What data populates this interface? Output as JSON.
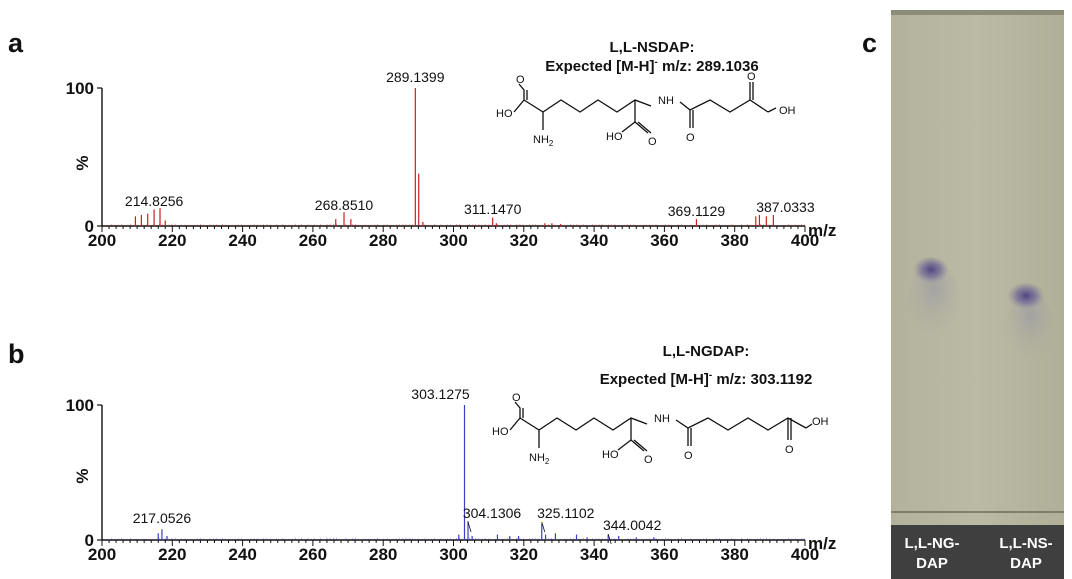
{
  "chart_data": [
    {
      "type": "bar",
      "panel": "a",
      "title_line1": "L,L-NSDAP:",
      "title_line2a": "Expected [M-H]",
      "title_sup": "-",
      "title_line2b": " m/z: 289.1036",
      "ylabel": "%",
      "xlabel": "m/z",
      "xlim": [
        200,
        400
      ],
      "ylim": [
        0,
        100
      ],
      "xticks": [
        "200",
        "220",
        "240",
        "260",
        "280",
        "300",
        "320",
        "340",
        "360",
        "380",
        "400"
      ],
      "yticks": [
        "0",
        "100"
      ],
      "color": "#cc1f1f",
      "labels": [
        {
          "x": 214.8256,
          "text": "214.8256"
        },
        {
          "x": 268.851,
          "text": "268.8510"
        },
        {
          "x": 289.1399,
          "text": "289.1399"
        },
        {
          "x": 311.147,
          "text": "311.1470"
        },
        {
          "x": 369.1129,
          "text": "369.1129"
        },
        {
          "x": 387.0333,
          "text": "387.0333"
        }
      ],
      "peaks": [
        {
          "x": 209.5,
          "y": 7
        },
        {
          "x": 211.2,
          "y": 8
        },
        {
          "x": 213.0,
          "y": 9
        },
        {
          "x": 214.8256,
          "y": 12
        },
        {
          "x": 216.5,
          "y": 13
        },
        {
          "x": 218.0,
          "y": 4
        },
        {
          "x": 266.5,
          "y": 5
        },
        {
          "x": 268.851,
          "y": 10
        },
        {
          "x": 270.8,
          "y": 5
        },
        {
          "x": 289.1399,
          "y": 100
        },
        {
          "x": 290.1,
          "y": 38
        },
        {
          "x": 291.3,
          "y": 3
        },
        {
          "x": 311.147,
          "y": 6
        },
        {
          "x": 312.2,
          "y": 2
        },
        {
          "x": 326.0,
          "y": 2
        },
        {
          "x": 328.0,
          "y": 2
        },
        {
          "x": 330.5,
          "y": 1.5
        },
        {
          "x": 369.1129,
          "y": 5
        },
        {
          "x": 386.0,
          "y": 7
        },
        {
          "x": 387.0333,
          "y": 8
        },
        {
          "x": 389.0,
          "y": 7
        },
        {
          "x": 391.0,
          "y": 8
        }
      ]
    },
    {
      "type": "bar",
      "panel": "b",
      "title_line1": "L,L-NGDAP:",
      "title_line2a": "Expected [M-H]",
      "title_sup": "-",
      "title_line2b": " m/z: 303.1192",
      "ylabel": "%",
      "xlabel": "m/z",
      "xlim": [
        200,
        400
      ],
      "ylim": [
        0,
        100
      ],
      "xticks": [
        "200",
        "220",
        "240",
        "260",
        "280",
        "300",
        "320",
        "340",
        "360",
        "380",
        "400"
      ],
      "yticks": [
        "0",
        "100"
      ],
      "color": "#3d3dc8",
      "labels": [
        {
          "x": 217.0526,
          "text": "217.0526"
        },
        {
          "x": 303.1275,
          "text": "303.1275"
        },
        {
          "x": 304.1306,
          "text": "304.1306"
        },
        {
          "x": 325.1102,
          "text": "325.1102"
        },
        {
          "x": 344.0042,
          "text": "344.0042"
        }
      ],
      "peaks": [
        {
          "x": 216.0,
          "y": 5
        },
        {
          "x": 217.0526,
          "y": 8
        },
        {
          "x": 218.5,
          "y": 3
        },
        {
          "x": 301.5,
          "y": 4
        },
        {
          "x": 303.1275,
          "y": 100
        },
        {
          "x": 304.1306,
          "y": 14
        },
        {
          "x": 305.3,
          "y": 3
        },
        {
          "x": 312.5,
          "y": 4
        },
        {
          "x": 316.0,
          "y": 3
        },
        {
          "x": 318.5,
          "y": 3
        },
        {
          "x": 325.1102,
          "y": 12
        },
        {
          "x": 326.2,
          "y": 4
        },
        {
          "x": 329.0,
          "y": 5
        },
        {
          "x": 335.0,
          "y": 4
        },
        {
          "x": 338.0,
          "y": 2
        },
        {
          "x": 344.0042,
          "y": 4
        },
        {
          "x": 347.0,
          "y": 3
        },
        {
          "x": 352.0,
          "y": 2
        },
        {
          "x": 357.0,
          "y": 2
        }
      ]
    }
  ],
  "structures": {
    "a": {
      "ho_left": "HO",
      "o_top": "O",
      "nh2_a": "NH",
      "nh2_b": "2",
      "ho_mid": "HO",
      "o_mid": "O",
      "nh": "NH",
      "o_amide": "O",
      "o_right": "O",
      "oh_right": "OH"
    },
    "b": {
      "ho_left": "HO",
      "o_top": "O",
      "nh2_a": "NH",
      "nh2_b": "2",
      "ho_mid": "HO",
      "o_mid": "O",
      "nh": "NH",
      "o_amide": "O",
      "o_right": "O",
      "oh_right": "OH"
    }
  },
  "panel_c": {
    "letter": "c",
    "lanes": [
      {
        "line1": "L,L-NG-",
        "line2": "DAP"
      },
      {
        "line1": "L,L-NS-",
        "line2": "DAP"
      }
    ],
    "plate_color": "#b7b69f",
    "spot_color": "#5b4f8c",
    "label_bar_color": "#3f3f3f"
  }
}
